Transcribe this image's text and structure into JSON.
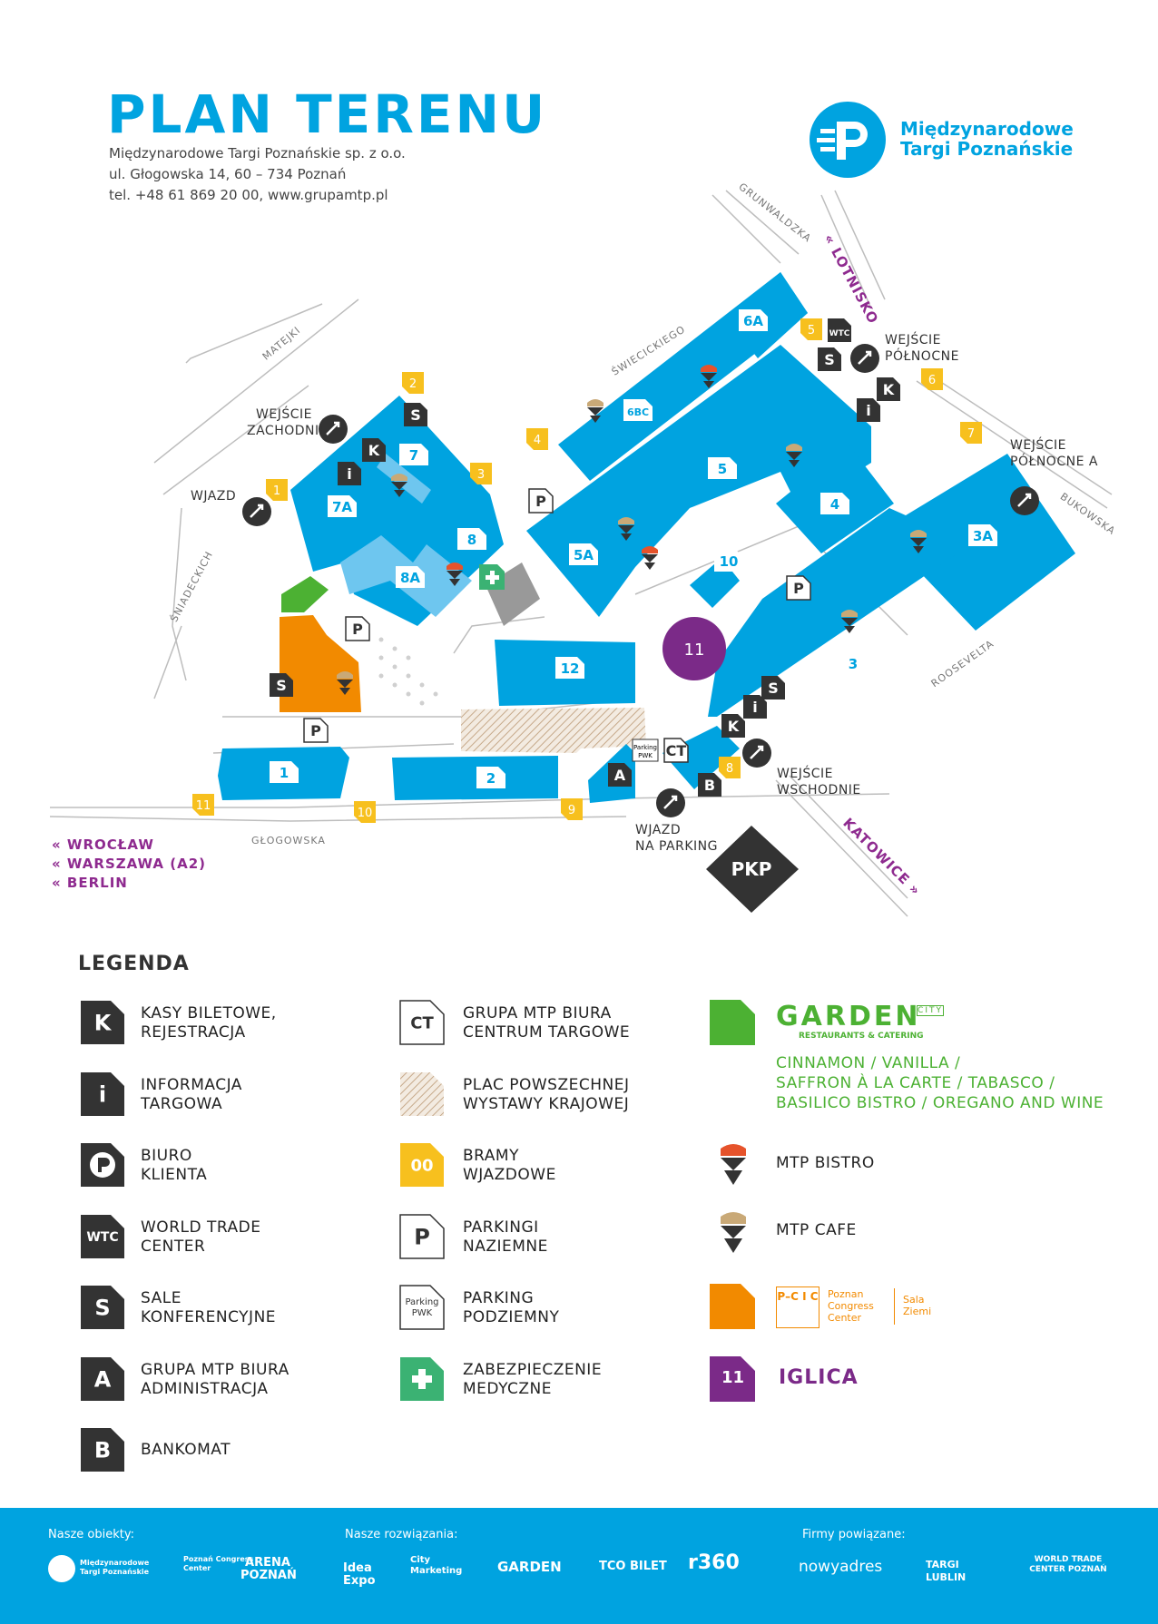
{
  "header": {
    "title": "PLAN TERENU",
    "address_lines": [
      "Międzynarodowe Targi Poznańskie sp. z o.o.",
      "ul. Głogowska 14, 60 – 734 Poznań",
      "tel. +48 61 869 20 00, www.grupamtp.pl"
    ],
    "logo_line1": "Międzynarodowe",
    "logo_line2": "Targi Poznańskie"
  },
  "colors": {
    "hall_blue": "#00a3e0",
    "dark_icon": "#333333",
    "gate_yellow": "#f7c01e",
    "garden_green": "#4cb133",
    "congress_orange": "#f28a00",
    "iglica_purple": "#7b2a88",
    "medical_green": "#3bb273",
    "bistro_red": "#e6532b",
    "cafe_tan": "#c9a977",
    "city_purple": "#8e2a8f"
  },
  "map": {
    "halls": [
      "6A",
      "6BC",
      "5",
      "4",
      "3A",
      "3",
      "7",
      "7A",
      "8",
      "8A",
      "5A",
      "10",
      "12",
      "1",
      "2"
    ],
    "iglica": "11",
    "gates": [
      "1",
      "2",
      "3",
      "4",
      "5",
      "6",
      "7",
      "8",
      "9",
      "10",
      "11"
    ],
    "labels": {
      "west_entrance": "WEJŚCIE\nZACHODNIE",
      "north_entrance": "WEJŚCIE\nPÓŁNOCNE",
      "north_entrance_a": "WEJŚCIE\nPÓŁNOCNE A",
      "east_entrance": "WEJŚCIE\nWSCHODNIE",
      "entry": "WJAZD",
      "parking_entry": "WJAZD\nNA PARKING",
      "pkp": "PKP"
    },
    "streets": [
      "GRUNWALDZKA",
      "MATEJKI",
      "ŚWIECICKIEGO",
      "BUKOWSKA",
      "ŚNIADECKICH",
      "ROOSEVELTA",
      "GŁOGOWSKA"
    ],
    "directions": {
      "airport": "« LOTNISKO",
      "katowice": "KATOWICE »",
      "west": [
        "« WROCŁAW",
        "« WARSZAWA (A2)",
        "« BERLIN"
      ]
    },
    "icon_letters": {
      "k": "K",
      "i": "i",
      "s": "S",
      "wtc": "WTC",
      "p": "P",
      "ct": "CT",
      "a": "A",
      "b": "B",
      "parking_pwk_1": "Parking",
      "parking_pwk_2": "PWK"
    }
  },
  "legend": {
    "title": "LEGENDA",
    "col1": [
      {
        "icon": "K",
        "text1": "KASY BILETOWE,",
        "text2": "REJESTRACJA"
      },
      {
        "icon": "i",
        "text1": "INFORMACJA",
        "text2": "TARGOWA"
      },
      {
        "icon": "mtp-logo-icon",
        "text1": "BIURO",
        "text2": "KLIENTA"
      },
      {
        "icon": "WTC",
        "text1": "WORLD TRADE",
        "text2": "CENTER"
      },
      {
        "icon": "S",
        "text1": "SALE",
        "text2": "KONFERENCYJNE"
      },
      {
        "icon": "A",
        "text1": "GRUPA MTP BIURA",
        "text2": "ADMINISTRACJA"
      },
      {
        "icon": "B",
        "text1": "BANKOMAT",
        "text2": ""
      }
    ],
    "col2": [
      {
        "icon": "CT",
        "text1": "GRUPA MTP BIURA",
        "text2": "CENTRUM TARGOWE"
      },
      {
        "icon": "hatch",
        "text1": "PLAC POWSZECHNEJ",
        "text2": "WYSTAWY KRAJOWEJ"
      },
      {
        "icon": "00",
        "text1": "BRAMY",
        "text2": "WJAZDOWE"
      },
      {
        "icon": "P",
        "text1": "PARKINGI",
        "text2": "NAZIEMNE"
      },
      {
        "icon": "Parking PWK",
        "text1": "PARKING",
        "text2": "PODZIEMNY"
      },
      {
        "icon": "medical-cross-icon",
        "text1": "ZABEZPIECZENIE",
        "text2": "MEDYCZNE"
      }
    ],
    "garden": {
      "logo": "GARDEN",
      "logo_sub": "RESTAURANTS & CATERING",
      "logo_city": "CITY",
      "lines": [
        "CINNAMON / VANILLA /",
        "SAFFRON À LA CARTE / TABASCO /",
        "BASILICO BISTRO / OREGANO AND WINE"
      ]
    },
    "bistro": "MTP BISTRO",
    "cafe": "MTP CAFE",
    "pcc": {
      "mark": "P–C I C",
      "name1": "Poznan",
      "name2": "Congress",
      "name3": "Center",
      "sala1": "Sala",
      "sala2": "Ziemi"
    },
    "iglica": {
      "num": "11",
      "label": "IGLICA"
    }
  },
  "footer": {
    "objects_label": "Nasze obiekty:",
    "solutions_label": "Nasze rozwiązania:",
    "related_label": "Firmy powiązane:",
    "objects": [
      "Międzynarodowe Targi Poznańskie",
      "Poznań Congress Center",
      "ARENA POZNAŃ"
    ],
    "solutions": [
      "Idea Expo",
      "City Marketing",
      "GARDEN",
      "TCO BILET",
      "r360"
    ],
    "related": [
      "nowyadres",
      "TARGI LUBLIN",
      "WORLD TRADE CENTER POZNAŃ"
    ]
  }
}
